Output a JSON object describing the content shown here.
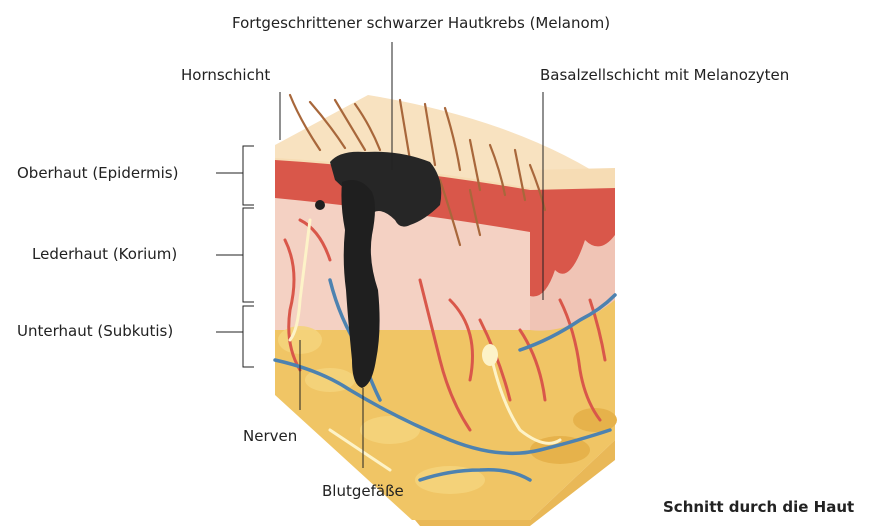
{
  "labels": {
    "melanom": "Fortgeschrittener schwarzer Hautkrebs (Melanom)",
    "hornschicht": "Hornschicht",
    "basalzellschicht": "Basalzellschicht mit Melanozyten",
    "oberhaut": "Oberhaut (Epidermis)",
    "lederhaut": "Lederhaut (Korium)",
    "unterhaut": "Unterhaut (Subkutis)",
    "nerven": "Nerven",
    "blutgefaesse": "Blutgefäße"
  },
  "caption": "Schnitt durch die Haut",
  "colors": {
    "epidermis_top": "#f6dcb4",
    "epidermis_red": "#d9574a",
    "dermis": "#f3cdbf",
    "subcutis": "#f0c565",
    "vessel_red": "#d9574a",
    "vessel_blue": "#4d82b0",
    "nerve": "#fdf3c8",
    "melanoma": "#1f1f1f",
    "hair": "#a8673b"
  }
}
